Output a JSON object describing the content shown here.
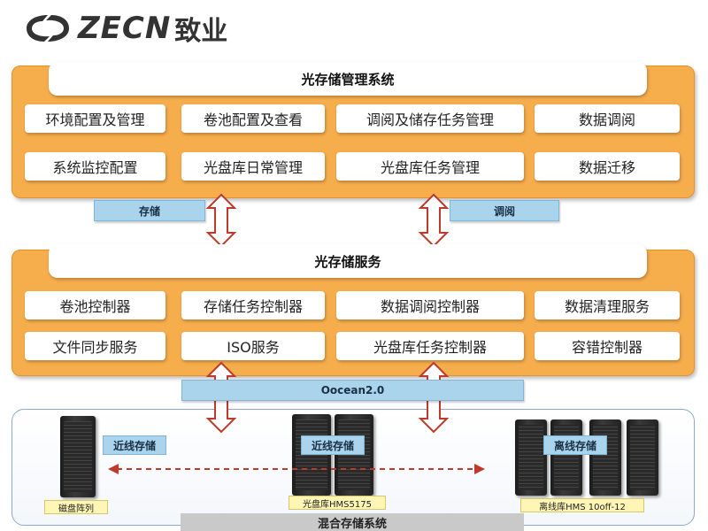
{
  "logo": {
    "text": "ZECN",
    "cn": "致业"
  },
  "management": {
    "title": "光存储管理系统",
    "row1": [
      "环境配置及管理",
      "卷池配置及查看",
      "调阅及储存任务管理",
      "数据调阅"
    ],
    "row2": [
      "系统监控配置",
      "光盘库日常管理",
      "光盘库任务管理",
      "数据迁移"
    ]
  },
  "links1": {
    "left": "存储",
    "right": "调阅"
  },
  "service": {
    "title": "光存储服务",
    "row1": [
      "卷池控制器",
      "存储任务控制器",
      "数据调阅控制器",
      "数据清理服务"
    ],
    "row2": [
      "文件同步服务",
      "ISO服务",
      "光盘库任务控制器",
      "容错控制器"
    ]
  },
  "bus": {
    "label": "Oocean2.0"
  },
  "storage": {
    "items": [
      {
        "tag": "近线存储",
        "label": "磁盘阵列"
      },
      {
        "tag": "近线存储",
        "label": "光盘库HMS5175"
      },
      {
        "tag": "离线存储",
        "label": "离线库HMS 10off-12"
      }
    ],
    "footer": "混合存储系统"
  },
  "colors": {
    "panel": "#f6ad4c",
    "tag": "#a9d4ec",
    "arrow": "#c0392b",
    "border": "#8ea9c9"
  }
}
